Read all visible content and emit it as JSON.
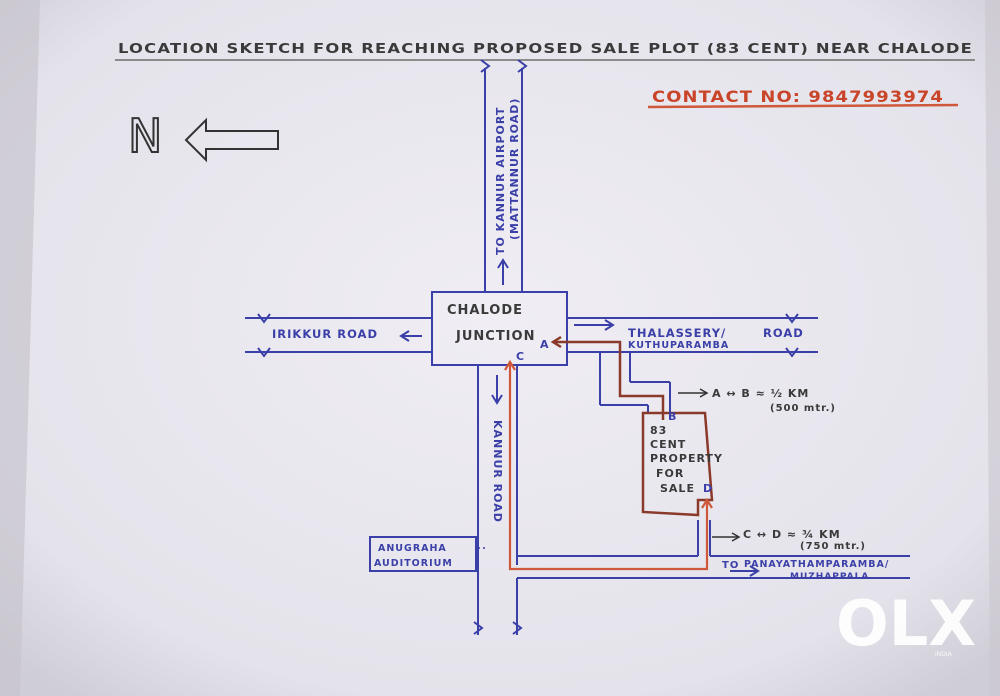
{
  "title": "LOCATION SKETCH FOR REACHING PROPOSED SALE PLOT (83 CENT) NEAR CHALODE",
  "contact": "CONTACT NO: 9847993974",
  "north": "N",
  "junction": {
    "line1": "CHALODE",
    "line2": "JUNCTION"
  },
  "roads": {
    "north": "TO KANNUR AIRPORT",
    "north_sub": "(MATTANNUR ROAD)",
    "west": "IRIKKUR ROAD",
    "east_line1": "THALASSERY/",
    "east_road": "ROAD",
    "east_line2": "KUTHUPARAMBA",
    "south": "KANNUR ROAD",
    "bottom_to": "TO",
    "bottom_line1": "PANAYATHAMPARAMBA/",
    "bottom_line2": "MUZHAPPALA"
  },
  "points": {
    "a": "A",
    "b": "B",
    "c": "C",
    "d": "D"
  },
  "property": [
    "83",
    "CENT",
    "PROPERTY",
    "FOR",
    "SALE"
  ],
  "distance_ab": {
    "label": "A ↔ B ≈ ½ KM",
    "sub": "(500 mtr.)"
  },
  "distance_cd": {
    "label": "C ↔ D ≈ ¾ KM",
    "sub": "(750 mtr.)"
  },
  "landmark": {
    "line1": "ANUGRAHA",
    "line2": "AUDITORIUM"
  },
  "watermark": "OLX",
  "watermark_sub": "INDIA",
  "colors": {
    "paper": "#ebe9ef",
    "road": "#3b3fa8",
    "route_ab": "#8a3a2a",
    "route_cd": "#d0583a"
  }
}
